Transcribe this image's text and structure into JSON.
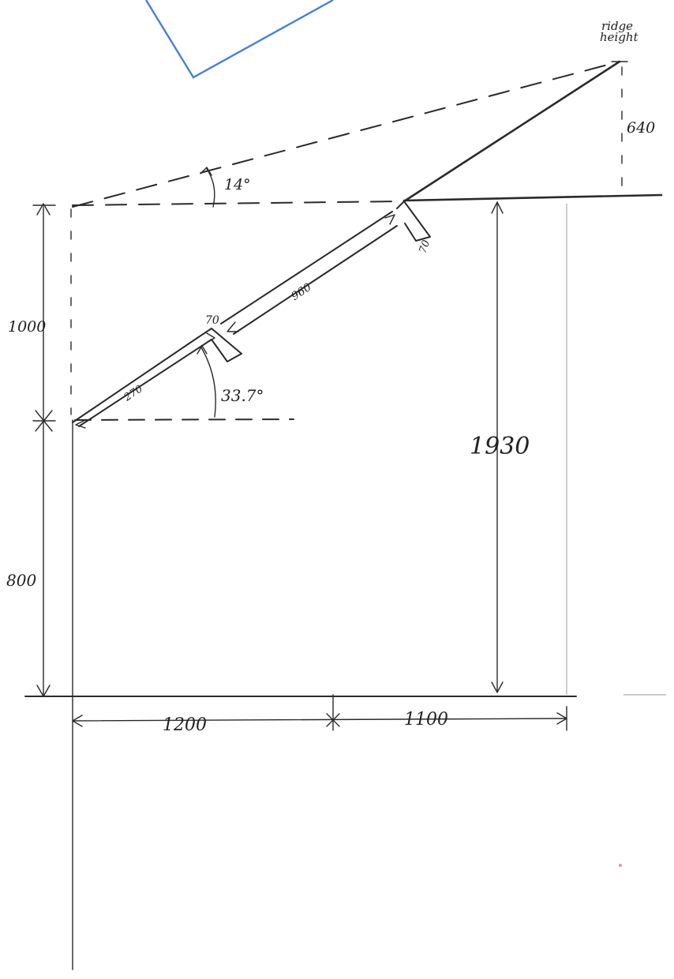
{
  "colors": {
    "ink": "#2a2a2a",
    "accent": "#4a7fd6",
    "paper": "#ffffff"
  },
  "labels": {
    "ridge_height": "ridge height",
    "dim_640": "640",
    "angle_14": "14°",
    "dim_1000": "1000",
    "dim_70_top": "70",
    "dim_960": "960",
    "dim_70_right": "70",
    "dim_270": "270",
    "angle_33_7": "33.7°",
    "dim_1930": "1930",
    "dim_800": "800",
    "dim_1200": "1200",
    "dim_1100": "1100"
  }
}
